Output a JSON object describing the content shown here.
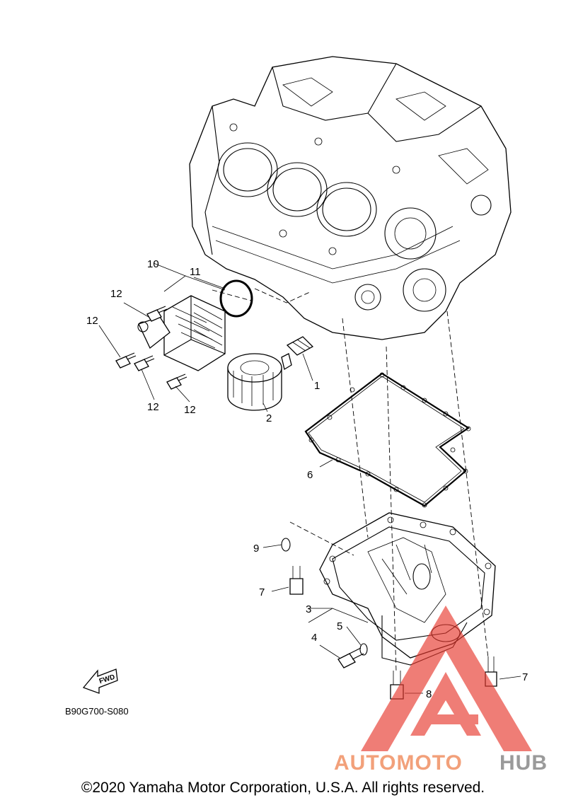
{
  "diagram": {
    "callouts": [
      {
        "id": "c1",
        "text": "1"
      },
      {
        "id": "c2",
        "text": "2"
      },
      {
        "id": "c3",
        "text": "3"
      },
      {
        "id": "c4",
        "text": "4"
      },
      {
        "id": "c5",
        "text": "5"
      },
      {
        "id": "c6",
        "text": "6"
      },
      {
        "id": "c7a",
        "text": "7"
      },
      {
        "id": "c7b",
        "text": "7"
      },
      {
        "id": "c8",
        "text": "8"
      },
      {
        "id": "c9",
        "text": "9"
      },
      {
        "id": "c10",
        "text": "10"
      },
      {
        "id": "c11",
        "text": "11"
      },
      {
        "id": "c12a",
        "text": "12"
      },
      {
        "id": "c12b",
        "text": "12"
      },
      {
        "id": "c12c",
        "text": "12"
      },
      {
        "id": "c12d",
        "text": "12"
      }
    ],
    "fwd_label": "FWD",
    "reference_code": "B90G700-S080"
  },
  "watermark": {
    "word_1": "AUTOMOTO",
    "word_2": "HUB",
    "color_1": "#f2a07a",
    "color_2": "#9a9a9a",
    "logo_color": "#e8392e"
  },
  "footer": {
    "copyright": "©2020 Yamaha Motor Corporation, U.S.A. All rights reserved."
  }
}
